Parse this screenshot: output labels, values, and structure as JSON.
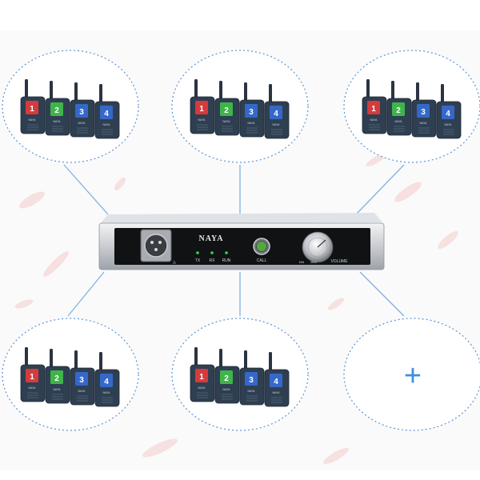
{
  "device": {
    "brand": "NAYA",
    "indicators": [
      "TX",
      "RX",
      "RUN"
    ],
    "call_label": "CALL",
    "volume_label": "VOLUME",
    "volume_min": "MIN",
    "volume_max": "MAX"
  },
  "groups": [
    {
      "radios": [
        {
          "digit": "1",
          "color": "#d63a3a"
        },
        {
          "digit": "2",
          "color": "#3fb449"
        },
        {
          "digit": "3",
          "color": "#3568c9"
        },
        {
          "digit": "4",
          "color": "#3568c9"
        }
      ]
    },
    {
      "radios": [
        {
          "digit": "1",
          "color": "#d63a3a"
        },
        {
          "digit": "2",
          "color": "#3fb449"
        },
        {
          "digit": "3",
          "color": "#3568c9"
        },
        {
          "digit": "4",
          "color": "#3568c9"
        }
      ]
    },
    {
      "radios": [
        {
          "digit": "1",
          "color": "#d63a3a"
        },
        {
          "digit": "2",
          "color": "#3fb449"
        },
        {
          "digit": "3",
          "color": "#3568c9"
        },
        {
          "digit": "4",
          "color": "#3568c9"
        }
      ]
    },
    {
      "radios": [
        {
          "digit": "1",
          "color": "#d63a3a"
        },
        {
          "digit": "2",
          "color": "#3fb449"
        },
        {
          "digit": "3",
          "color": "#3568c9"
        },
        {
          "digit": "4",
          "color": "#3568c9"
        }
      ]
    },
    {
      "radios": [
        {
          "digit": "1",
          "color": "#d63a3a"
        },
        {
          "digit": "2",
          "color": "#3fb449"
        },
        {
          "digit": "3",
          "color": "#3568c9"
        },
        {
          "digit": "4",
          "color": "#3568c9"
        }
      ]
    }
  ],
  "add_slot": {
    "symbol": "+",
    "icon": "plus-icon"
  },
  "colors": {
    "connector": "#7fb2e5",
    "group_border": "#5b94d8",
    "accent": "#3f8fdc",
    "indicator_led": "#3cd64a",
    "radio_body": "#2f3f52"
  }
}
